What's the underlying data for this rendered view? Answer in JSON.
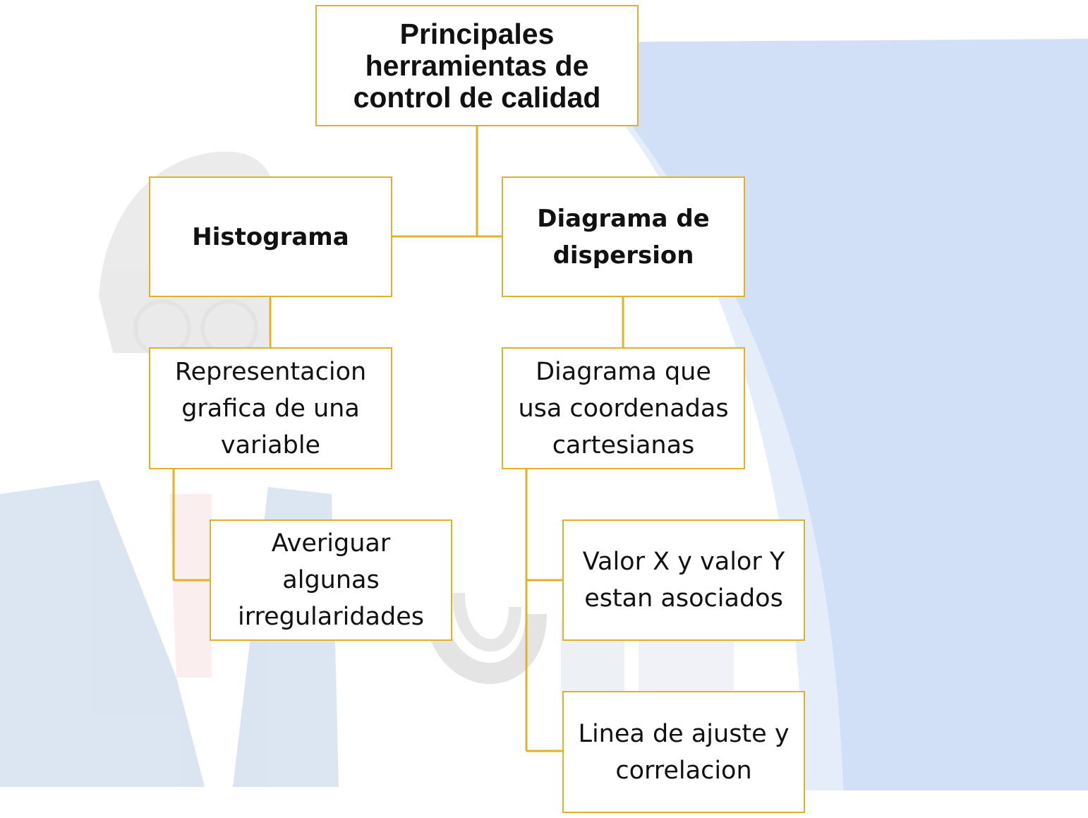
{
  "colors": {
    "box_border": "#e2b12c",
    "connector": "#e2b12c",
    "background_accent": "#c9daf6",
    "watermark": "#dfe7f3"
  },
  "diagram": {
    "root": {
      "text": "Principales\nherramientas de\ncontrol de calidad"
    },
    "left": {
      "head": {
        "text": "Histograma"
      },
      "definition": {
        "text": "Representacion\ngrafica de una\nvariable"
      },
      "details": [
        {
          "text": "Averiguar\nalgunas\nirregularidades"
        }
      ]
    },
    "right": {
      "head": {
        "text": "Diagrama de\ndispersion"
      },
      "definition": {
        "text": "Diagrama que\nusa coordenadas\ncartesianas"
      },
      "details": [
        {
          "text": "Valor X y valor Y\nestan asociados"
        },
        {
          "text": "Linea de ajuste y\ncorrelacion"
        }
      ]
    }
  }
}
